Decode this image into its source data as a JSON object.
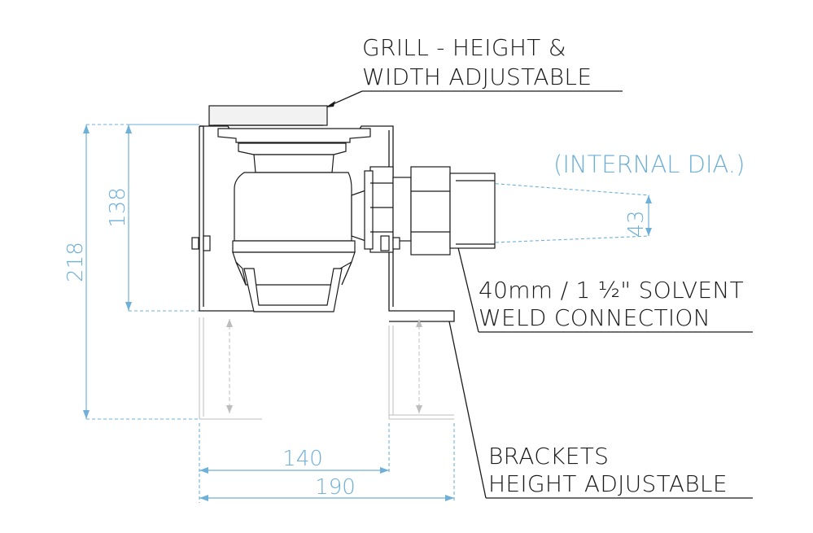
{
  "labels": {
    "grill_line1": "GRILL - HEIGHT &",
    "grill_line2": "WIDTH ADJUSTABLE",
    "internal_dia": "(INTERNAL DIA.)",
    "solvent_line1": "40mm / 1 ½\" SOLVENT",
    "solvent_line2": "WELD CONNECTION",
    "brackets_line1": "BRACKETS",
    "brackets_line2": "HEIGHT ADJUSTABLE"
  },
  "dimensions": {
    "overall_height": "218",
    "body_height": "138",
    "pipe_dia": "43",
    "inner_width": "140",
    "outer_width": "190"
  },
  "colors": {
    "line": "#1a1a1a",
    "dimension": "#6fb0d8",
    "hidden": "#bdbdbd"
  }
}
